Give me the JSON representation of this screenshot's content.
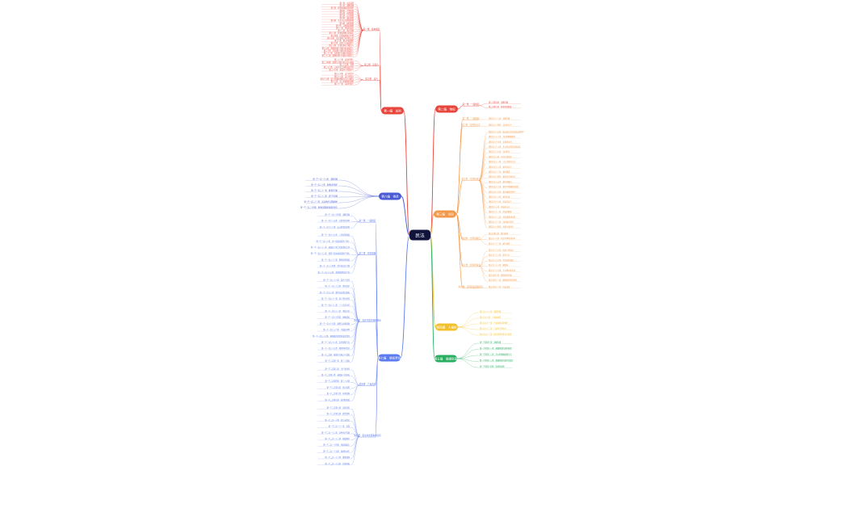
{
  "root": {
    "label": "民法"
  },
  "branches": [
    {
      "label": "第一编　总则",
      "color": "#e8453c",
      "children": [
        {
          "label": "第一章　基本规定",
          "children": [
            "第一条　立法目的",
            "第二条　调整范围",
            "第三条　民事权益受法律保护",
            "第四条　平等原则",
            "第五条　自愿原则",
            "第六条　公平原则",
            "第七条　诚信原则",
            "第八条　守法与公序良俗原则",
            "第九条　绿色原则",
            "第十条　法律适用规则",
            "第十一条　特别法优先",
            "第十二条　效力范围",
            "第十三条　民事权利能力的起止",
            "第十四条　民事权利能力平等",
            "第十五条　出生和死亡时间的认定",
            "第十六条　胎儿利益保护",
            "第十七条　成年人与未成年人",
            "第十八条　完全民事行为能力人",
            "第十九条　限制民事行为能力的未成年人",
            "第二十条　无民事行为能力的未成年人",
            "第二十一条　无民事行为能力的成年人",
            "第二十二条　限制民事行为能力的成年人"
          ]
        },
        {
          "label": "第二章　自然人",
          "children": [
            "第二十三条　法定代理人",
            "第二十四条　民事行为能力的认定与恢复",
            "第二十五条　住所",
            "第二十六条　父母子女之间的法律义务",
            "第二十七条　未成年人的监护人"
          ]
        },
        {
          "label": "第三章　法人",
          "children": [
            "第五十七条　法人的定义",
            "第五十八条　法人的成立",
            "第五十九条　法人民事权利能力与行为能力",
            "第六十条　法人民事责任承担",
            "第六十一条　法定代表人"
          ]
        }
      ]
    },
    {
      "label": "第二编　物权",
      "color": "#e8453c",
      "children": [
        {
          "label": "第一章　一般规定",
          "children": [
            "第二百零五条　调整范围",
            "第二百零六条　基本经济制度"
          ]
        }
      ]
    },
    {
      "label": "第三编　合同",
      "color": "#f2994a",
      "children": [
        {
          "label": "第一章　一般规定",
          "children": [
            "第四百六十三条　调整范围"
          ]
        },
        {
          "label": "第二章　合同的订立",
          "children": [
            "第四百六十四条　合同的定义"
          ]
        },
        {
          "label": "第三章　合同的效力",
          "children": [
            "第四百六十五条　依法成立的合同受法律保护",
            "第四百六十六条　合同的解释规则",
            "第四百六十七条　非典型合同",
            "第四百六十八条　非合同之债的法律适用",
            "第四百六十九条　合同形式",
            "第四百七十条　合同主要条款",
            "第四百七十一条　订立合同的方式",
            "第四百七十二条　要约的定义",
            "第四百七十三条　要约邀请",
            "第四百七十四条　要约的生效时间",
            "第四百七十五条　要约的撤回",
            "第四百七十六条　要约不得撤销的情形",
            "第四百七十七条　要约撤销的条件",
            "第四百七十八条　要约失效",
            "第四百七十九条　承诺的定义",
            "第四百八十条　承诺的方式",
            "第四百八十一条　承诺的期限",
            "第四百八十二条　承诺期限的起算",
            "第四百八十三条　合同成立时间",
            "第四百八十四条　承诺生效时间"
          ]
        },
        {
          "label": "第四章　合同的履行",
          "children": [
            "第五百零九条　履行原则",
            "第五百一十条　约定不明时的补救",
            "第五百一十一条　履行规则"
          ]
        },
        {
          "label": "第五章　合同的保全",
          "children": [
            "第五百三十五条　债权人代位权",
            "第五百三十六条　保存行为",
            "第五百三十七条　代位权的效果",
            "第五百三十八条　撤销权",
            "第五百三十九条　不合理价格交易",
            "第五百四十条　撤销权的范围",
            "第五百四十一条　撤销权的除斥期间"
          ]
        },
        {
          "label": "第六章　合同的变更和转让",
          "children": [
            "第五百四十三条　协议变更"
          ]
        }
      ]
    },
    {
      "label": "第四编　人格权",
      "color": "#f2c12e",
      "children": [
        {
          "label": "",
          "children": [
            "第九百八十九条　调整范围",
            "第九百九十条　人格权类型",
            "第九百九十一条　人格权受法律保护",
            "第九百九十二条　人格权不得放弃",
            "第九百九十三条　姓名名称肖像许可使用"
          ]
        }
      ]
    },
    {
      "label": "第五编　婚姻家庭",
      "color": "#27ae60",
      "children": [
        {
          "label": "",
          "children": [
            "第一千零四十条　调整范围",
            "第一千零四十一条　婚姻家庭的基本原则",
            "第一千零四十二条　禁止的婚姻家庭行为",
            "第一千零四十三条　婚姻家庭的倡导性规定",
            "第一千零四十四条　收养的原则"
          ]
        }
      ]
    },
    {
      "label": "第六编　继承",
      "color": "#4a5bd4",
      "children": [
        {
          "label": "",
          "children": [
            "第一千一百一十九条　调整范围",
            "第一千一百二十条　继承权的保护",
            "第一千一百二十一条　继承的开始",
            "第一千一百二十二条　遗产的范围",
            "第一千一百二十三条　法定继承与遗嘱继承",
            "第一千一百二十四条　继承和遗赠的接受和放弃"
          ]
        }
      ]
    },
    {
      "label": "第七编　侵权责任",
      "color": "#5b7bf0",
      "children": [
        {
          "label": "第一章　一般规定",
          "children": [
            "第一千一百六十四条　调整范围",
            "第一千一百六十五条　过错责任原则",
            "第一千一百六十六条　无过错责任原则"
          ]
        },
        {
          "label": "第二章　损害赔偿",
          "children": [
            "第一千一百七十九条　人身损害赔偿",
            "第一千一百八十条　同一侵权造成多人死亡",
            "第一千一百八十一条　被侵权人死亡时请求权主体",
            "第一千一百八十二条　侵害人身权益造成财产损失",
            "第一千一百八十三条　精神损害赔偿",
            "第一千一百八十四条　财产损失的计算",
            "第一千一百八十五条　故意侵害知识产权"
          ]
        },
        {
          "label": "第三章　责任主体的特殊规定",
          "children": [
            "第一千一百八十八条　监护人责任",
            "第一千一百八十九条　委托监护",
            "第一千一百九十条　暂时丧失意识侵权",
            "第一千一百九十一条　用人单位责任",
            "第一千一百九十二条　个人劳务关系",
            "第一千一百九十三条　承揽关系",
            "第一千一百九十四条　网络侵权",
            "第一千一百九十五条　通知与必要措施",
            "第一千一百九十六条　不侵权声明",
            "第一千一百九十七条　网络服务提供者连带责任",
            "第一千一百九十八条　安全保障义务",
            "第一千一百九十九条　教育机构责任",
            "第一千二百条　限制行为能力人受害",
            "第一千二百零一条　第三人侵权"
          ]
        },
        {
          "label": "第四章　产品责任",
          "children": [
            "第一千二百零二条　生产者责任",
            "第一千二百零三条　被侵权人请求权",
            "第一千二百零四条　第三人过错",
            "第一千二百零五条　停止侵害",
            "第一千二百零六条　补救措施",
            "第一千二百零七条　惩罚性赔偿"
          ]
        },
        {
          "label": "第五章　机动车交通事故责任",
          "children": [
            "第一千二百零八条　法律适用",
            "第一千二百零九条　租赁借用",
            "第一千二百一十条　转让未登记",
            "第一千二百一十一条　挂靠",
            "第一千二百一十二条　未经允许驾驶",
            "第一千二百一十三条　赔偿顺序",
            "第一千二百一十四条　拼装报废车",
            "第一千二百一十五条　盗抢机动车",
            "第一千二百一十六条　肇事逃逸",
            "第一千二百一十七条　好意同乘"
          ]
        }
      ]
    }
  ]
}
